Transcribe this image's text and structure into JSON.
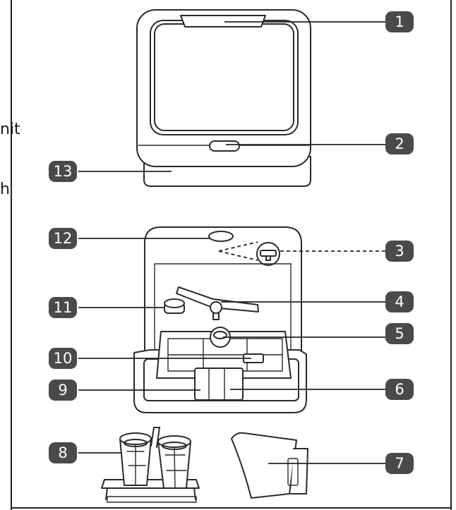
{
  "callouts": [
    {
      "num": "1"
    },
    {
      "num": "2"
    },
    {
      "num": "3"
    },
    {
      "num": "4"
    },
    {
      "num": "5"
    },
    {
      "num": "6"
    },
    {
      "num": "7"
    },
    {
      "num": "8"
    },
    {
      "num": "9"
    },
    {
      "num": "10"
    },
    {
      "num": "11"
    },
    {
      "num": "12"
    },
    {
      "num": "13"
    }
  ],
  "side_text": {
    "line1": "nit",
    "line2": "h"
  }
}
